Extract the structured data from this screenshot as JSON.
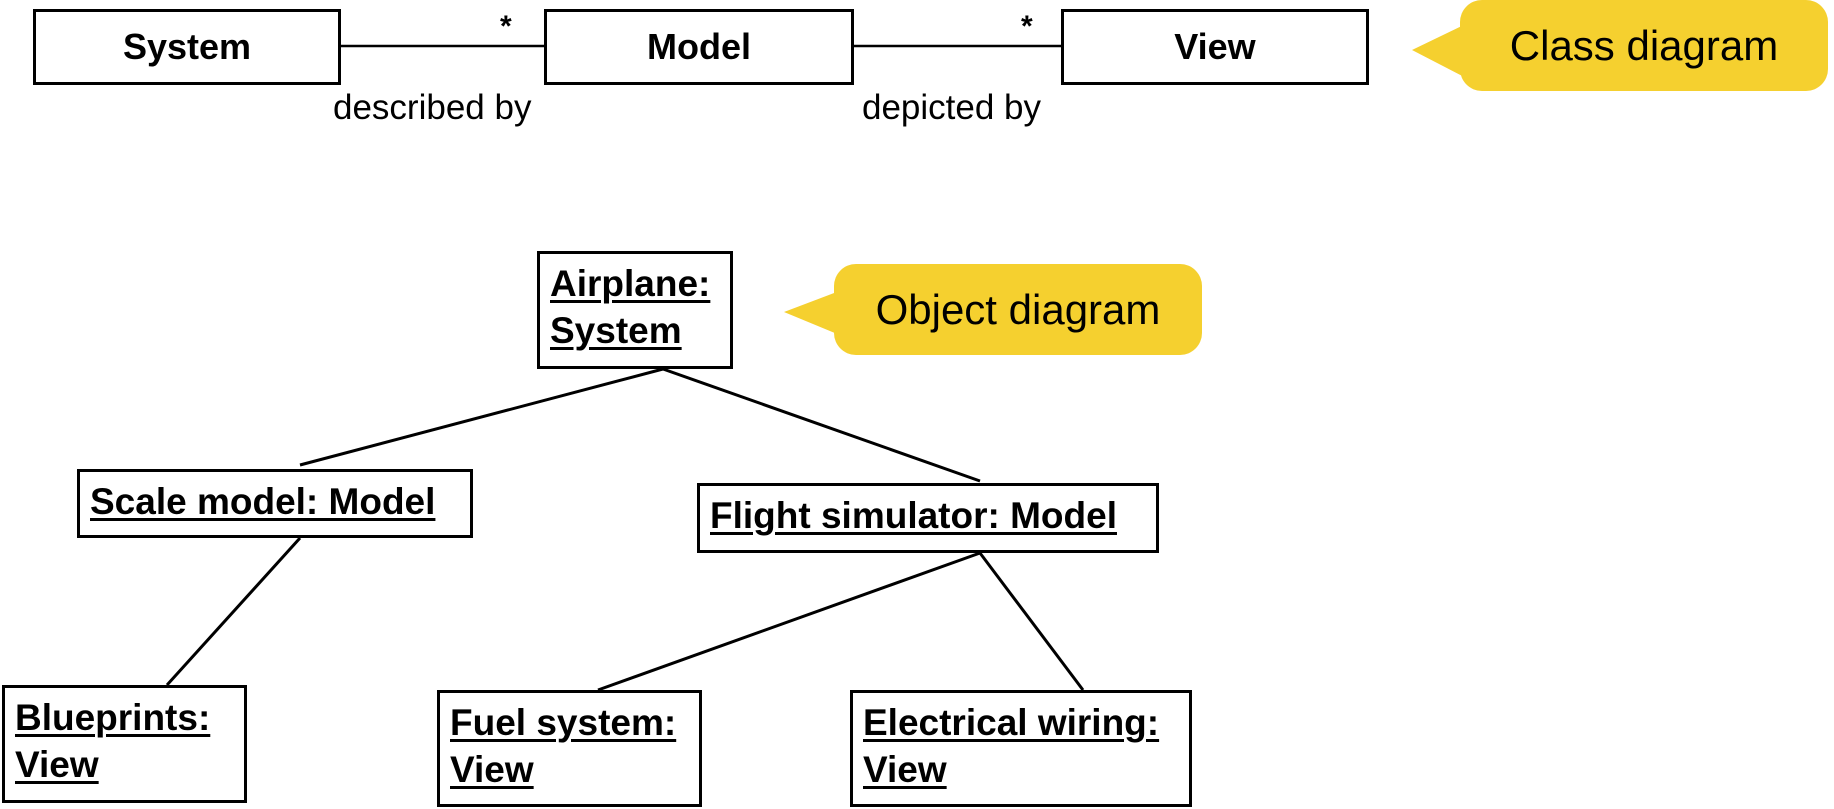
{
  "colors": {
    "callout_fill": "#F5D02F",
    "line": "#000000",
    "box_border": "#000000"
  },
  "class_diagram": {
    "classes": {
      "system": "System",
      "model": "Model",
      "view": "View"
    },
    "associations": {
      "system_model": {
        "label": "described by",
        "multiplicity": "*"
      },
      "model_view": {
        "label": "depicted by",
        "multiplicity": "*"
      }
    },
    "callout": "Class diagram"
  },
  "object_diagram": {
    "callout": "Object diagram",
    "objects": {
      "airplane": [
        "Airplane:",
        "System"
      ],
      "scale_model": [
        "Scale model: Model"
      ],
      "flight_simulator": [
        "Flight simulator: Model"
      ],
      "blueprints": [
        "Blueprints:",
        "View"
      ],
      "fuel_system": [
        "Fuel system:",
        "View"
      ],
      "electrical_wiring": [
        "Electrical wiring:",
        "View"
      ]
    }
  }
}
